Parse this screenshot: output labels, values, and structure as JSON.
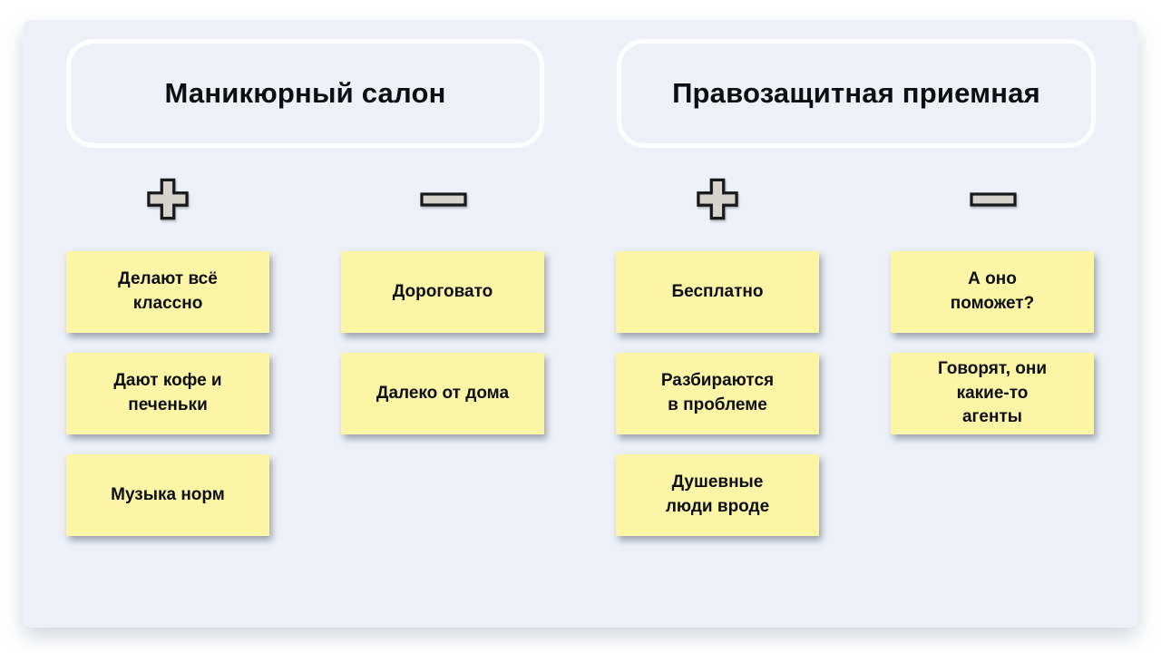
{
  "colors": {
    "page-bg": "#ffffff",
    "board-bg": "#edf1f7",
    "note-bg": "#fcf5a6",
    "icon-fill": "#d6d3cd",
    "icon-stroke": "#17181a",
    "title-border": "#ffffff",
    "text": "#0d0e10"
  },
  "board": {
    "sections": [
      {
        "title": "Маникюрный салон",
        "columns": [
          {
            "sign": "plus",
            "notes": [
              "Делают всё\nклассно",
              "Дают кофе и\nпеченьки",
              "Музыка норм"
            ]
          },
          {
            "sign": "minus",
            "notes": [
              "Дороговато",
              "Далеко от дома"
            ]
          }
        ]
      },
      {
        "title": "Правозащитная приемная",
        "columns": [
          {
            "sign": "plus",
            "notes": [
              "Бесплатно",
              "Разбираются\nв проблеме",
              "Душевные\nлюди вроде"
            ]
          },
          {
            "sign": "minus",
            "notes": [
              "А оно\nпоможет?",
              "Говорят, они\nкакие-то\nагенты"
            ]
          }
        ]
      }
    ]
  }
}
